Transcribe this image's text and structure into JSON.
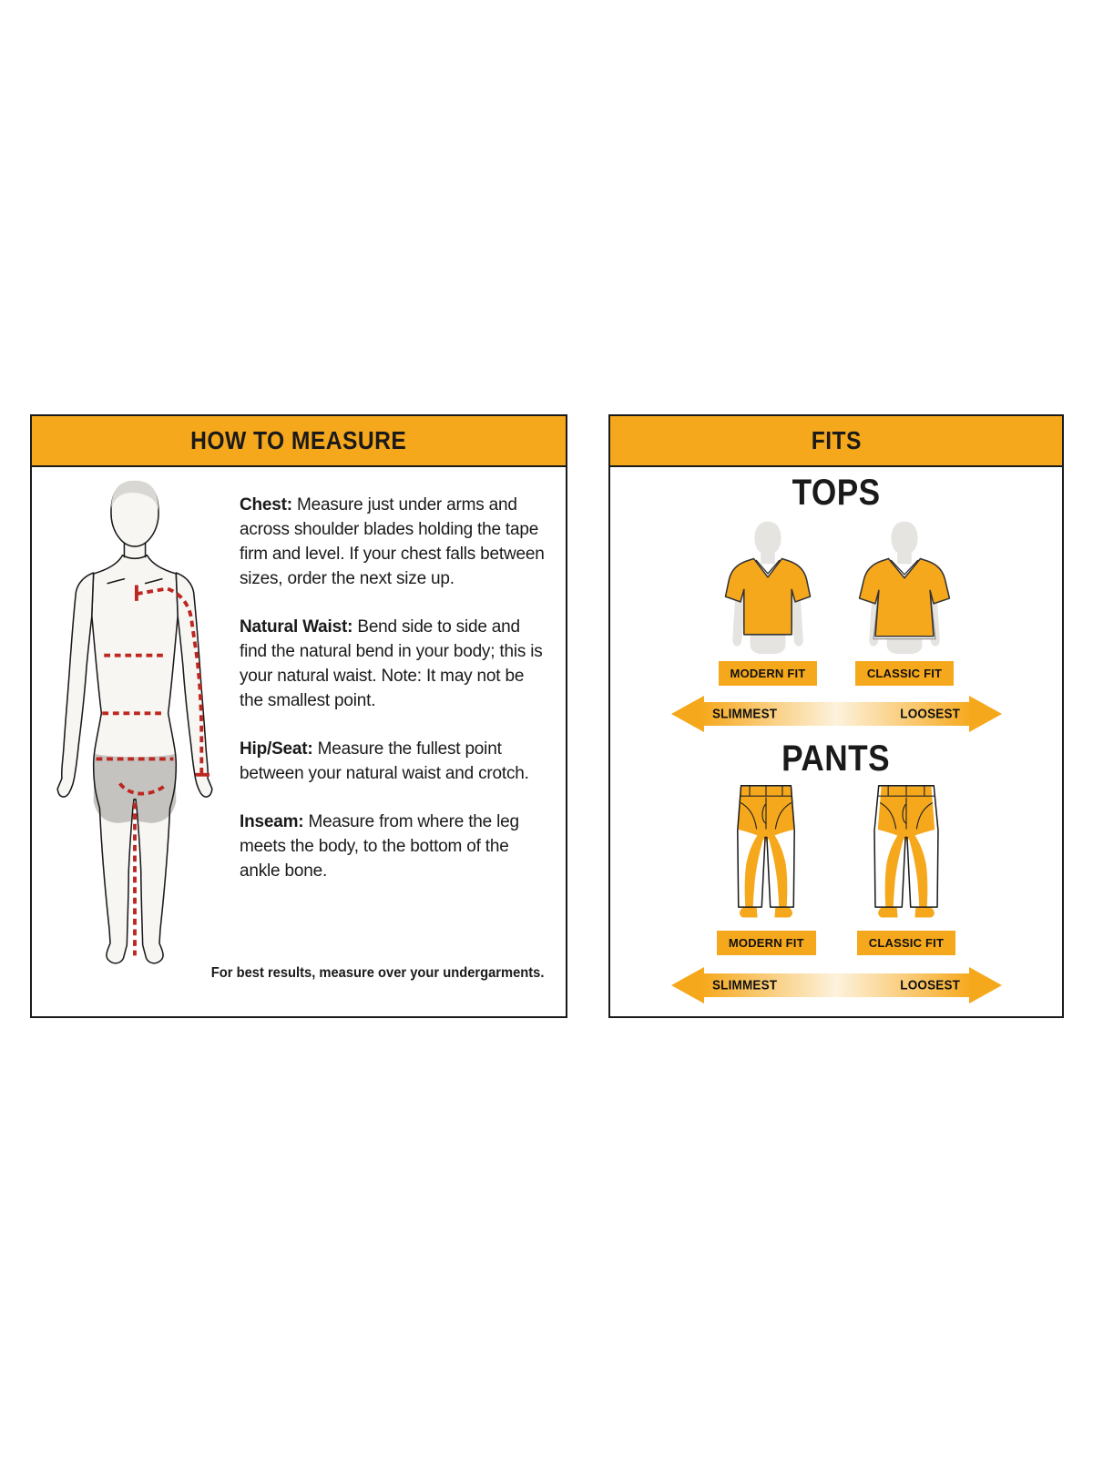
{
  "colors": {
    "accent": "#F6A81C",
    "red": "#BE2620",
    "ink": "#1A1A1A",
    "skin": "#F7F6F3",
    "hair": "#D8D7D4",
    "silhouette": "#E5E4E1",
    "shorts": "#C4C3C0",
    "scale_mid": "#FDF2DC"
  },
  "measure_panel": {
    "title": "HOW TO MEASURE",
    "sections": [
      {
        "label": "Chest:",
        "text": "Measure just under arms and across shoulder blades holding the tape firm and level. If your chest falls between sizes, order the next size up."
      },
      {
        "label": "Natural Waist:",
        "text": "Bend side to side and find the natural bend in your body; this is your natural waist. Note: It may not be the smallest point."
      },
      {
        "label": "Hip/Seat:",
        "text": "Measure the fullest point between your natural waist and crotch."
      },
      {
        "label": "Inseam:",
        "text": "Measure from where the leg meets the body, to the bottom of the ankle bone."
      }
    ],
    "footnote": "For best results, measure over your undergarments."
  },
  "fits_panel": {
    "title": "FITS",
    "tops": {
      "heading": "TOPS",
      "fits": [
        "MODERN FIT",
        "CLASSIC FIT"
      ],
      "scale": {
        "left": "SLIMMEST",
        "right": "LOOSEST"
      }
    },
    "pants": {
      "heading": "PANTS",
      "fits": [
        "MODERN FIT",
        "CLASSIC FIT"
      ],
      "scale": {
        "left": "SLIMMEST",
        "right": "LOOSEST"
      }
    }
  }
}
